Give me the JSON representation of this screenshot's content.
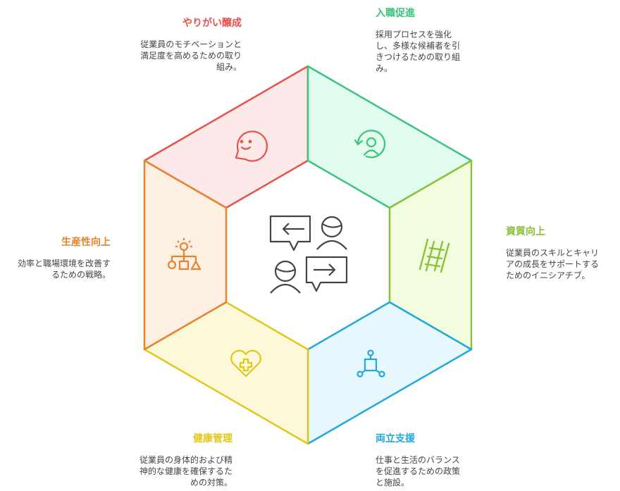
{
  "center_icon": "conversation-people-icon",
  "segments": [
    {
      "id": "yarigai",
      "title": "やりがい醸成",
      "desc": "従業員のモチベーションと満足度を高めるための取り組み。",
      "icon": "smiley-chat-icon",
      "color": "#e5534b",
      "fill": "#fde9e9"
    },
    {
      "id": "nyushoku",
      "title": "入職促進",
      "desc": "採用プロセスを強化し、多様な候補者を引きつけるための取り組み。",
      "icon": "user-cycle-icon",
      "color": "#3cc47c",
      "fill": "#e1fbee"
    },
    {
      "id": "shishitsu",
      "title": "資質向上",
      "desc": "従業員のスキルとキャリアの成長をサポートするためのイニシアチブ。",
      "icon": "ladder-icon",
      "color": "#8cbf3a",
      "fill": "#f2fde0"
    },
    {
      "id": "ryoritsu",
      "title": "両立支援",
      "desc": "仕事と生活のバランスを促進するための政策と施設。",
      "icon": "network-cube-icon",
      "color": "#22a8dc",
      "fill": "#e6f7fd"
    },
    {
      "id": "kenko",
      "title": "健康管理",
      "desc": "従業員の身体的および精神的な健康を確保するための対策。",
      "icon": "heart-plus-icon",
      "color": "#dfc81b",
      "fill": "#fdf8d8"
    },
    {
      "id": "seisansei",
      "title": "生産性向上",
      "desc": "効率と職場環境を改善するための戦略。",
      "icon": "idea-shapes-icon",
      "color": "#e5832e",
      "fill": "#fdf0e3"
    }
  ]
}
